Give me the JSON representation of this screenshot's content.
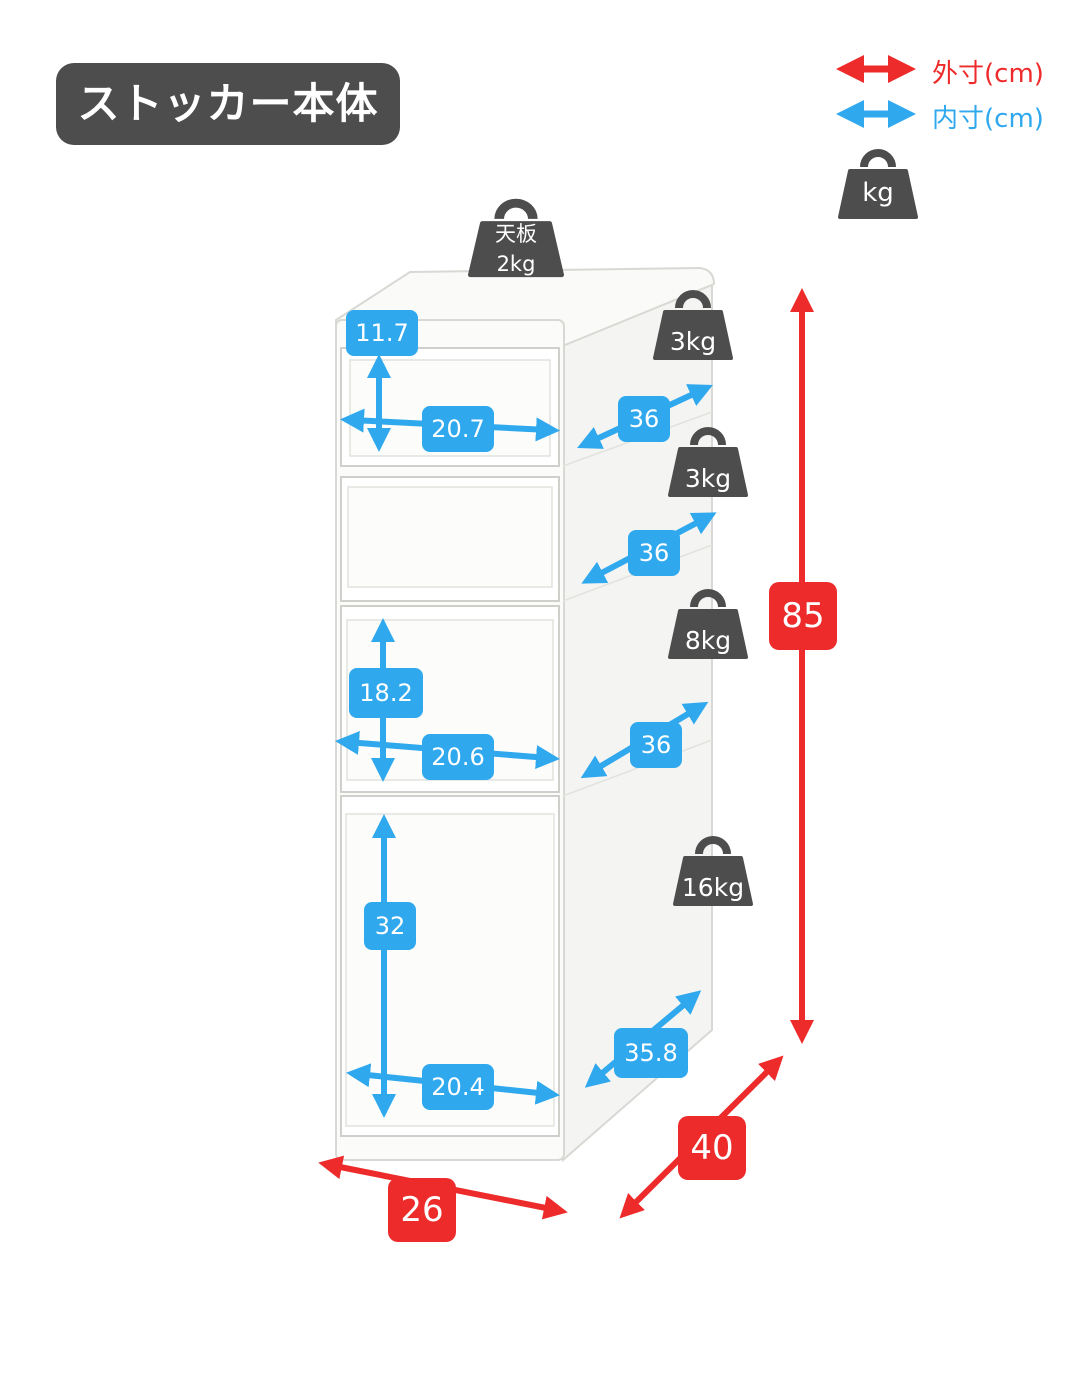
{
  "title": "ストッカー本体",
  "legend": {
    "outer": "外寸(cm)",
    "inner": "内寸(cm)",
    "weight": "kg",
    "outer_color": "#ee2b2b",
    "inner_color": "#2fa8ee",
    "weight_color": "#4d4d4d"
  },
  "outer_dims": {
    "height": "85",
    "width": "26",
    "depth": "40"
  },
  "top_weight": {
    "line1": "天板",
    "line2": "2kg"
  },
  "drawers": [
    {
      "height": "11.7",
      "width": "20.7",
      "depth": "36",
      "weight": "3kg"
    },
    {
      "depth": "36",
      "weight": "3kg"
    },
    {
      "height": "18.2",
      "width": "20.6",
      "depth": "36",
      "weight": "8kg"
    },
    {
      "height": "32",
      "width": "20.4",
      "depth": "35.8",
      "weight": "16kg"
    }
  ]
}
